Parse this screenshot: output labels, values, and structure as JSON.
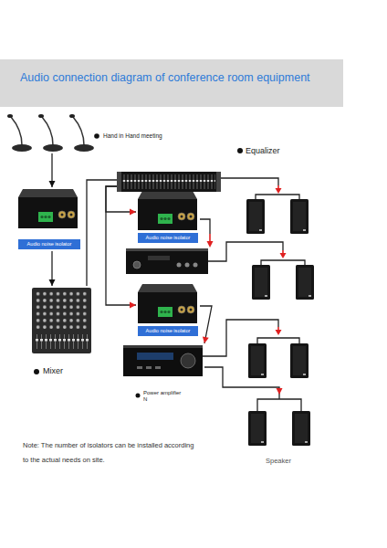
{
  "diagram": {
    "title": "Audio connection diagram of conference room equipment",
    "nodes": [
      {
        "text": [
          "Hand in Hand meeting"
        ]
      },
      {
        "text": [
          "Audio noise isolator"
        ]
      },
      {
        "text": [
          "Mixer"
        ]
      },
      {
        "text": [
          "Equalizer"
        ]
      },
      {
        "text": [
          "Audio noise isolator"
        ]
      },
      {
        "text": [
          "Audio noise isolator"
        ]
      },
      {
        "text": [
          "Power amplifier N"
        ]
      },
      {
        "text": [
          "Speaker"
        ]
      }
    ],
    "edges": [
      {
        "from": 0,
        "to": 1,
        "arrow": "to"
      },
      {
        "from": 1,
        "to": 2,
        "arrow": "to"
      },
      {
        "from": 2,
        "to": 3,
        "arrow": "none"
      },
      {
        "from": 3,
        "to": 4,
        "arrow": "to"
      },
      {
        "from": 3,
        "to": 5,
        "arrow": "to"
      },
      {
        "from": 5,
        "to": 6,
        "arrow": "to"
      },
      {
        "from": 6,
        "to": 7,
        "arrow": "to"
      }
    ],
    "labels": [
      "Note: The number of isolators can be installed according to the actual needs on site."
    ]
  }
}
